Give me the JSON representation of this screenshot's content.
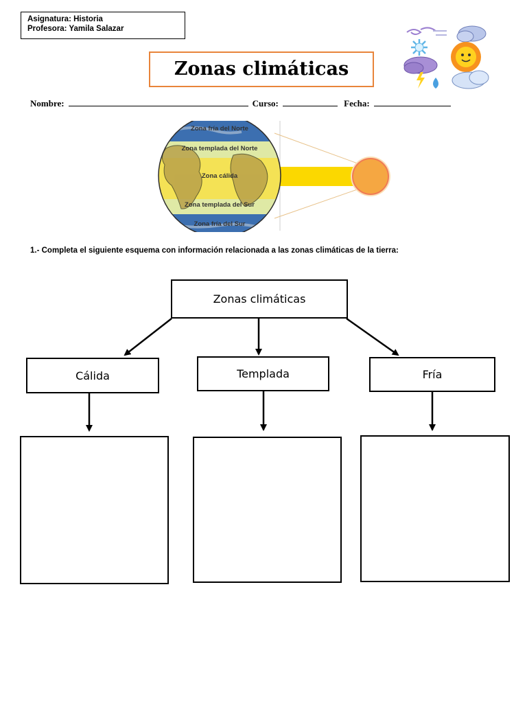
{
  "header": {
    "subject_label": "Asignatura: Historia",
    "teacher_label": "Profesora: Yamila Salazar"
  },
  "title": "Zonas climáticas",
  "fields": {
    "name_label": "Nombre:",
    "course_label": "Curso:",
    "date_label": "Fecha:"
  },
  "globe": {
    "zones": [
      "Zona fría del Norte",
      "Zona templada del Norte",
      "Zona cálida",
      "Zona templada del Sur",
      "Zona fría del Sur"
    ]
  },
  "question": "1.- Completa el siguiente esquema con información relacionada a las zonas climáticas de la tierra:",
  "diagram": {
    "root": "Zonas climáticas",
    "children": [
      "Cálida",
      "Templada",
      "Fría"
    ]
  },
  "colors": {
    "title_border": "#e8843a",
    "warm_zone": "#f4e255",
    "sun": "#f5a742",
    "sun_ray": "#fbd800",
    "ocean": "#3c6fb0"
  },
  "icons": [
    "weather-clipart-icon"
  ]
}
